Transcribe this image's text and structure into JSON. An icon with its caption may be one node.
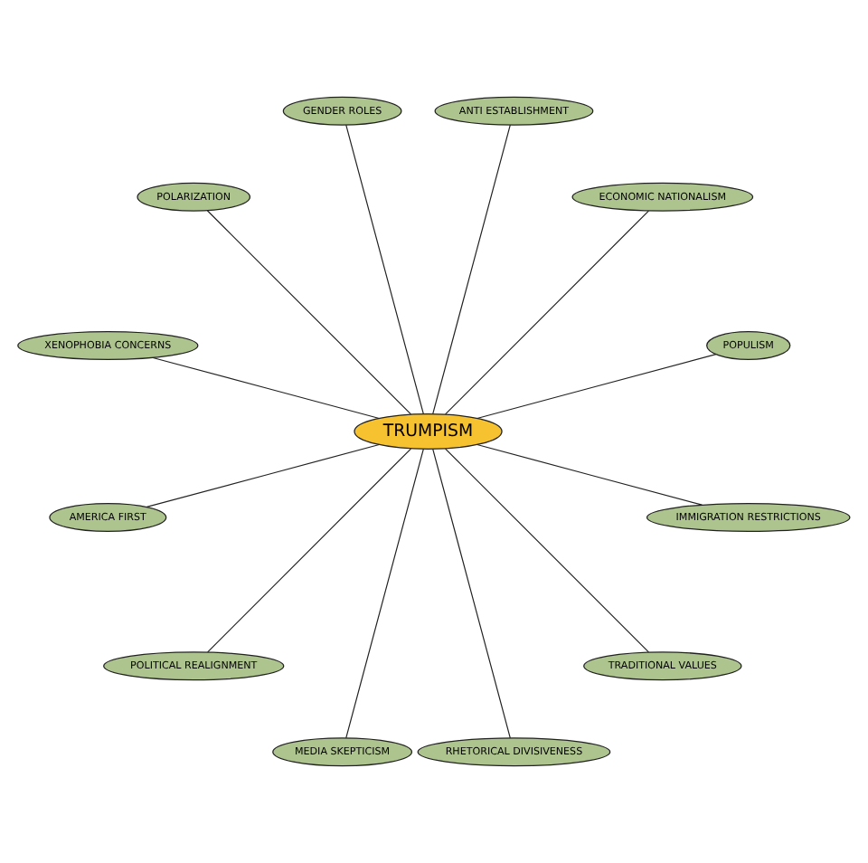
{
  "diagram": {
    "nodes": [
      {
        "text": [
          "POPULISM"
        ]
      },
      {
        "text": [
          "ECONOMIC NATIONALISM"
        ]
      },
      {
        "text": [
          "ANTI ESTABLISHMENT"
        ]
      },
      {
        "text": [
          "GENDER ROLES"
        ]
      },
      {
        "text": [
          "POLARIZATION"
        ]
      },
      {
        "text": [
          "XENOPHOBIA CONCERNS"
        ]
      },
      {
        "text": [
          "TRUMPISM"
        ]
      },
      {
        "text": [
          "AMERICA FIRST"
        ]
      },
      {
        "text": [
          "POLITICAL REALIGNMENT"
        ]
      },
      {
        "text": [
          "MEDIA SKEPTICISM"
        ]
      },
      {
        "text": [
          "RHETORICAL DIVISIVENESS"
        ]
      },
      {
        "text": [
          "TRADITIONAL VALUES"
        ]
      },
      {
        "text": [
          "IMMIGRATION RESTRICTIONS"
        ]
      }
    ],
    "edges": [
      {
        "from": 6,
        "to": 0,
        "arrow": "none"
      },
      {
        "from": 6,
        "to": 1,
        "arrow": "none"
      },
      {
        "from": 6,
        "to": 2,
        "arrow": "none"
      },
      {
        "from": 6,
        "to": 4,
        "arrow": "none"
      },
      {
        "from": 6,
        "to": 7,
        "arrow": "none"
      },
      {
        "from": 6,
        "to": 9,
        "arrow": "none"
      },
      {
        "from": 6,
        "to": 12,
        "arrow": "none"
      },
      {
        "from": 6,
        "to": 11,
        "arrow": "none"
      },
      {
        "from": 6,
        "to": 10,
        "arrow": "none"
      },
      {
        "from": 6,
        "to": 8,
        "arrow": "none"
      },
      {
        "from": 6,
        "to": 5,
        "arrow": "none"
      },
      {
        "from": 6,
        "to": 3,
        "arrow": "none"
      }
    ]
  }
}
